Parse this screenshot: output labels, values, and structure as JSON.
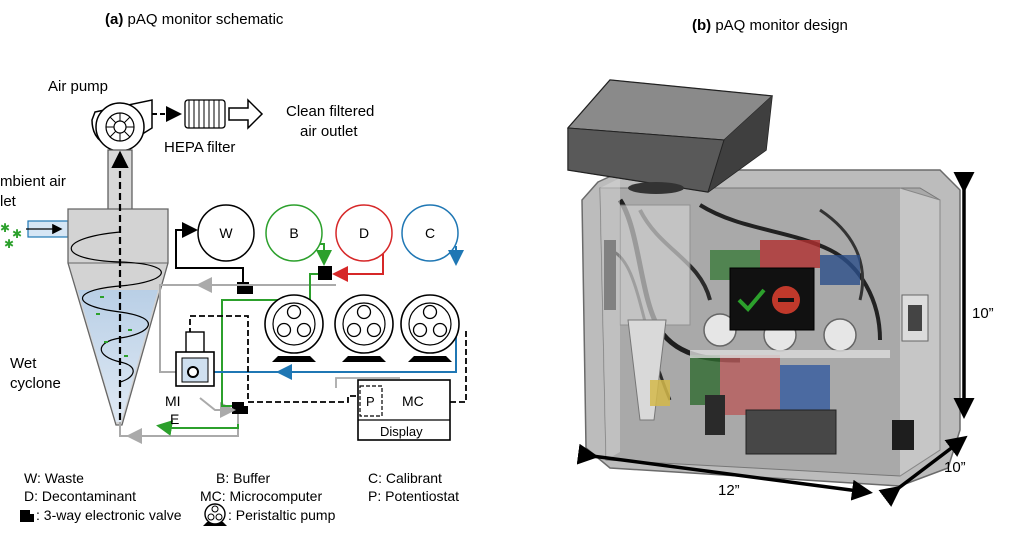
{
  "panel_a": {
    "title_bold": "(a)",
    "title_text": " pAQ monitor schematic",
    "labels": {
      "air_pump": "Air pump",
      "outlet_line1": "Clean filtered",
      "outlet_line2": "air outlet",
      "hepa": "HEPA filter",
      "ambient_line1": "mbient air",
      "ambient_line2": "let",
      "wet_line1": "Wet",
      "wet_line2": "cyclone",
      "me_line1": "MI",
      "me_line2": "E",
      "potentiostat_box": "P",
      "mc_box": "MC",
      "display_box": "Display"
    },
    "reservoirs": [
      {
        "letter": "W",
        "color": "#000000"
      },
      {
        "letter": "B",
        "color": "#2ca02c"
      },
      {
        "letter": "D",
        "color": "#d62728"
      },
      {
        "letter": "C",
        "color": "#1f77b4"
      }
    ],
    "legend": {
      "waste": "W: Waste",
      "buffer": "B:  Buffer",
      "calibrant": "C: Calibrant",
      "decontaminant": "D:  Decontaminant",
      "microcomputer": "MC: Microcomputer",
      "potentiostat": "P: Potentiostat",
      "valve": ":  3-way electronic valve",
      "pump": ": Peristaltic pump"
    }
  },
  "panel_b": {
    "title_bold": "(b)",
    "title_text": " pAQ monitor design",
    "dimensions": {
      "width": "12”",
      "depth": "10”",
      "height": "10”"
    }
  }
}
